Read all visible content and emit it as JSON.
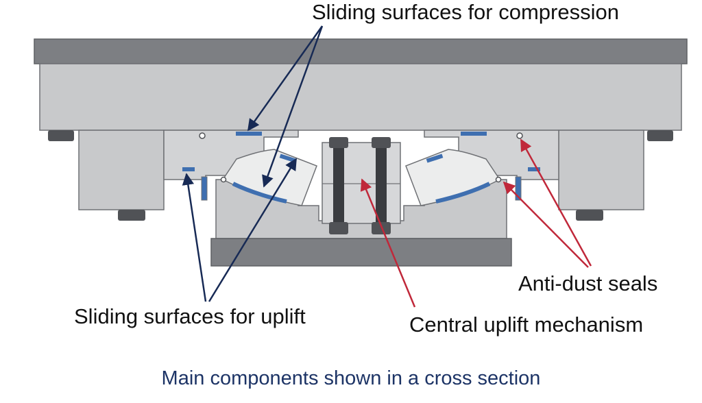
{
  "labels": {
    "compression": "Sliding surfaces for compression",
    "uplift": "Sliding surfaces for uplift",
    "central": "Central uplift mechanism",
    "seals": "Anti-dust seals"
  },
  "caption": "Main components shown in a cross section",
  "colors": {
    "steel_light": "#c8c9cb",
    "steel_mid": "#d2d3d5",
    "steel_dark": "#7d7f83",
    "outline": "#6f7175",
    "sliding_pad": "#3f6fb0",
    "bolt": "#505256",
    "blue_arrow": "#172a55",
    "red_arrow": "#c0283a",
    "caption": "#1d3466"
  }
}
